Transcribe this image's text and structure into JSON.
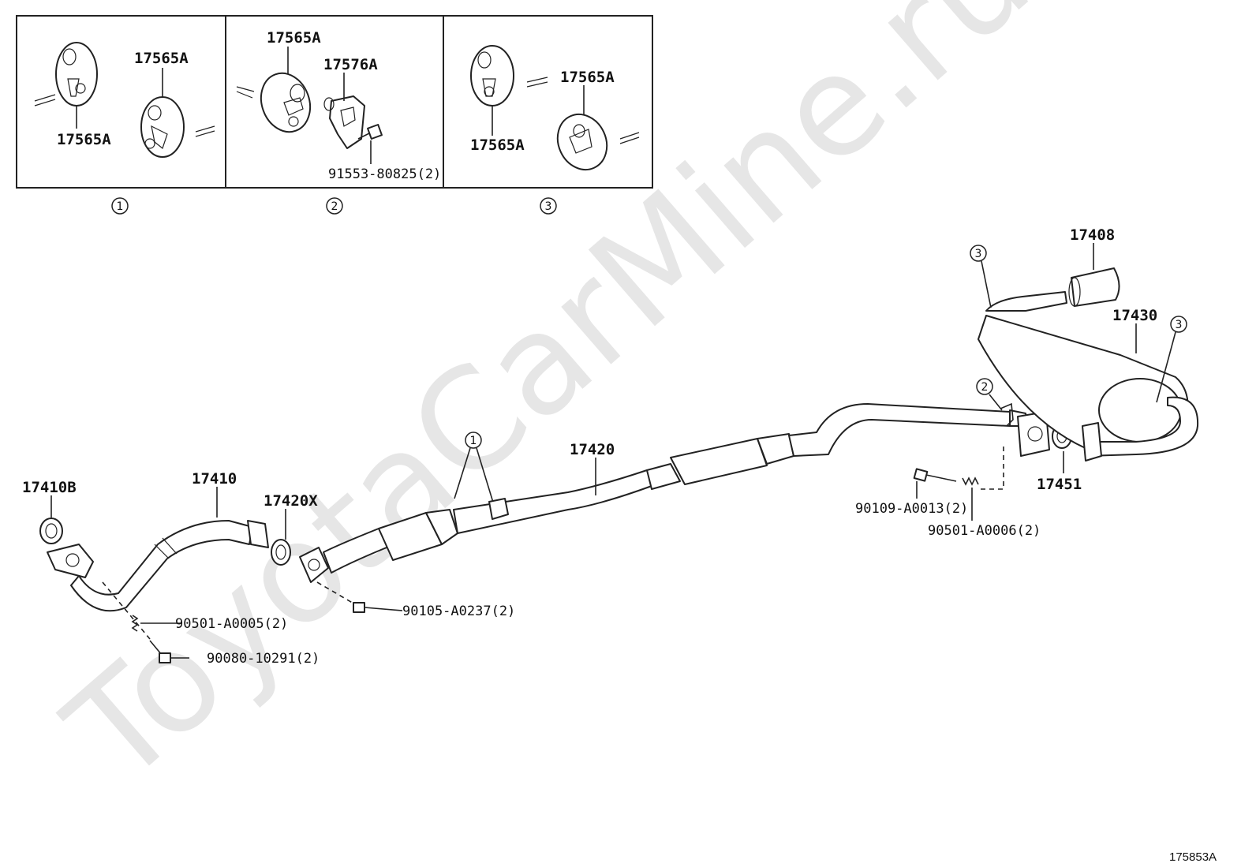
{
  "watermark": "ToyotaCarMine.ru",
  "diagram_ref": "175853A",
  "detail_boxes": [
    {
      "index": "1",
      "labels": [
        "17565A",
        "17565A"
      ]
    },
    {
      "index": "2",
      "labels": [
        "17565A",
        "17576A",
        "91553-80825(2)"
      ]
    },
    {
      "index": "3",
      "labels": [
        "17565A",
        "17565A"
      ]
    }
  ],
  "part_labels": {
    "p17408": "17408",
    "p17430": "17430",
    "p17420": "17420",
    "p17410": "17410",
    "p17410b": "17410B",
    "p17420x": "17420X",
    "p17451": "17451",
    "b90109": "90109-A0013(2)",
    "b90501_6": "90501-A0006(2)",
    "b90105": "90105-A0237(2)",
    "b90501_5": "90501-A0005(2)",
    "b90080": "90080-10291(2)"
  },
  "callouts": {
    "c1": "1",
    "c2": "2",
    "c3a": "3",
    "c3b": "3"
  }
}
